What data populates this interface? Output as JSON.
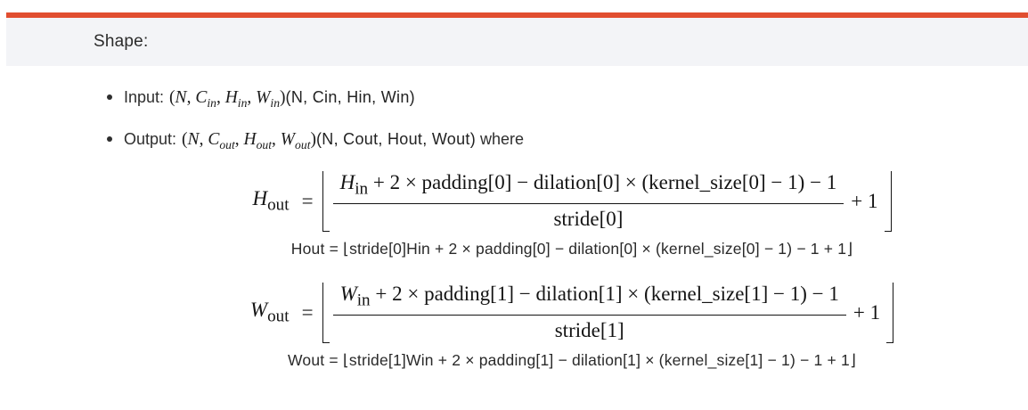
{
  "colors": {
    "accent_bar": "#e14e30",
    "band_bg": "#f3f4f7",
    "math": "#141414"
  },
  "header": {
    "label": "Shape:"
  },
  "bullets": {
    "input": {
      "label": "Input:",
      "math": {
        "open": "(",
        "v1": "N",
        "c1": ", ",
        "v2": "C",
        "s2": "in",
        "c2": ", ",
        "v3": "H",
        "s3": "in",
        "c3": ", ",
        "v4": "W",
        "s4": "in",
        "close": ")"
      },
      "alt": "(N, Cin, Hin, Win)"
    },
    "output": {
      "label": "Output:",
      "math": {
        "open": "(",
        "v1": "N",
        "c1": ", ",
        "v2": "C",
        "s2": "out",
        "c2": ", ",
        "v3": "H",
        "s3": "out",
        "c3": ", ",
        "v4": "W",
        "s4": "out",
        "close": ")"
      },
      "alt": "(N, Cout, Hout, Wout)",
      "suffix": " where"
    }
  },
  "equations": {
    "height": {
      "lhs_var": "H",
      "lhs_sub": "out",
      "equals": "=",
      "num_var": "H",
      "num_sub": "in",
      "num_rest": " + 2 × padding[0] − dilation[0] × (kernel_size[0] − 1) − 1",
      "den": "stride[0]",
      "tail": "+ 1",
      "alt": "Hout = ⌊stride[0]Hin + 2 × padding[0] − dilation[0] × (kernel_size[0] − 1) − 1 + 1⌋"
    },
    "width": {
      "lhs_var": "W",
      "lhs_sub": "out",
      "equals": "=",
      "num_var": "W",
      "num_sub": "in",
      "num_rest": " + 2 × padding[1] − dilation[1] × (kernel_size[1] − 1) − 1",
      "den": "stride[1]",
      "tail": "+ 1",
      "alt": "Wout = ⌊stride[1]Win + 2 × padding[1] − dilation[1] × (kernel_size[1] − 1) − 1 + 1⌋"
    }
  }
}
